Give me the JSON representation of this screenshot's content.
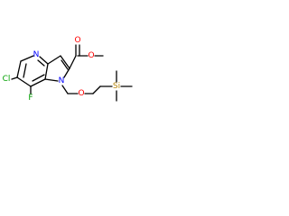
{
  "molecule": {
    "atoms": {
      "n_ring": "N",
      "n_pyrrole": "N",
      "cl": "Cl",
      "f": "F",
      "o_ether": "O",
      "o_ester_carbonyl": "O",
      "o_ester_methoxy": "O",
      "si": "Si"
    }
  },
  "colors": {
    "bond": "#000000",
    "nitrogen": "#0000ff",
    "oxygen": "#ff0000",
    "chlorine": "#00a000",
    "fluorine": "#00a000",
    "silicon": "#b8860b"
  }
}
